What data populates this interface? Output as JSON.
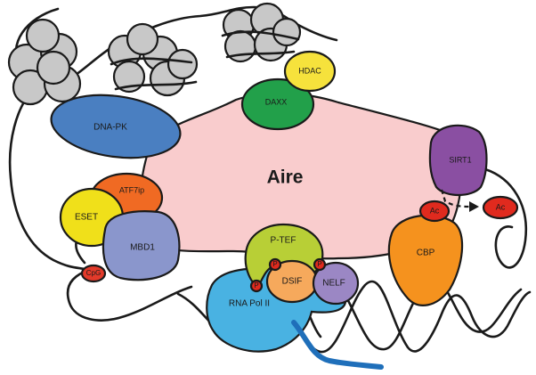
{
  "center": "Aire",
  "proteins": {
    "dnapk": "DNA-PK",
    "atf7ip": "ATF7ip",
    "eset": "ESET",
    "mbd1": "MBD1",
    "cpg": "CpG",
    "daxx": "DAXX",
    "hdac": "HDAC",
    "sirt1": "SIRT1",
    "cbp": "CBP",
    "ac_bound": "Ac",
    "ac_free": "Ac",
    "ptef": "P-TEF",
    "dsif": "DSIF",
    "nelf": "NELF",
    "rnapol": "RNA Pol II"
  },
  "phospho_label": "P",
  "colors": {
    "aire": "#f9cccd",
    "dnapk": "#4a7fc1",
    "atf7ip": "#f06a23",
    "eset": "#f0e01a",
    "mbd1": "#8a96cc",
    "cpg": "#e33a2a",
    "daxx": "#22a04a",
    "hdac": "#f6e23c",
    "sirt1": "#8a4fa2",
    "cbp": "#f5921e",
    "ac": "#e02a1e",
    "ptef": "#b8cf36",
    "dsif": "#f6a95c",
    "nelf": "#9b87c4",
    "rnapol": "#49b2e2",
    "transcript": "#1f6fba",
    "histone": "#c8c8c8"
  }
}
